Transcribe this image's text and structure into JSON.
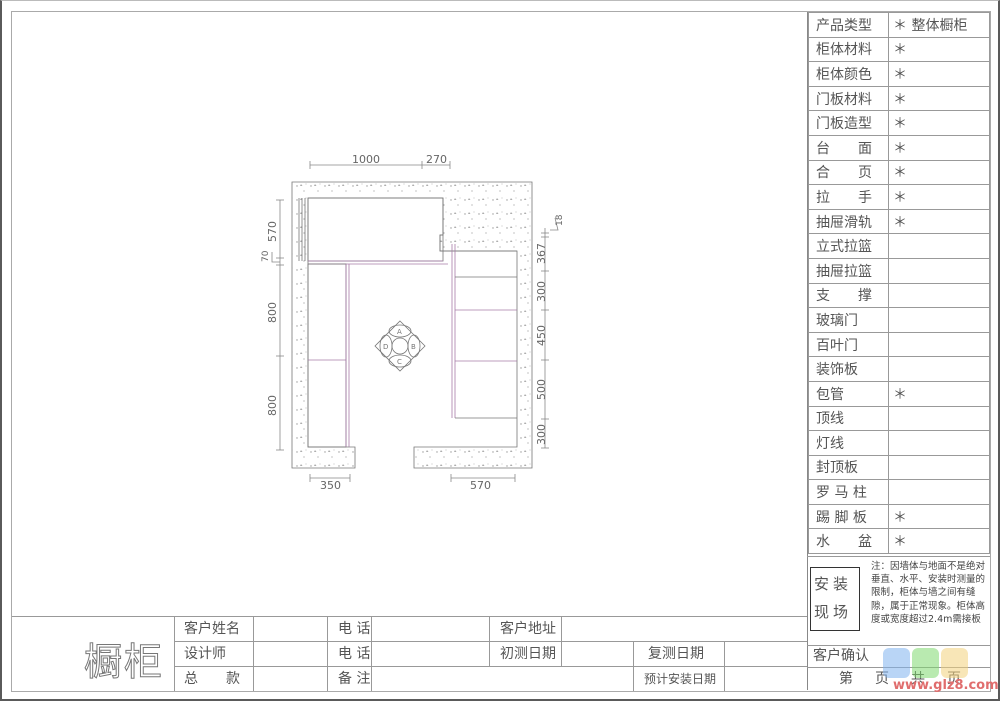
{
  "document": {
    "title": "橱柜"
  },
  "spec_table": {
    "rows": [
      {
        "label": "产品类型",
        "value": "＊ 整体橱柜"
      },
      {
        "label": "柜体材料",
        "value": "＊"
      },
      {
        "label": "柜体颜色",
        "value": "＊"
      },
      {
        "label": "门板材料",
        "value": "＊"
      },
      {
        "label": "门板造型",
        "value": "＊"
      },
      {
        "label": "台　　面",
        "value": "＊"
      },
      {
        "label": "合　　页",
        "value": "＊"
      },
      {
        "label": "拉　　手",
        "value": "＊"
      },
      {
        "label": "抽屉滑轨",
        "value": "＊"
      },
      {
        "label": "立式拉篮",
        "value": ""
      },
      {
        "label": "抽屉拉篮",
        "value": ""
      },
      {
        "label": "支　　撑",
        "value": ""
      },
      {
        "label": "玻璃门",
        "value": ""
      },
      {
        "label": "百叶门",
        "value": ""
      },
      {
        "label": "装饰板",
        "value": ""
      },
      {
        "label": " 包管",
        "value": "＊"
      },
      {
        "label": " 顶线",
        "value": ""
      },
      {
        "label": " 灯线",
        "value": ""
      },
      {
        "label": " 封顶板",
        "value": ""
      },
      {
        "label": "罗 马 柱",
        "value": ""
      },
      {
        "label": "踢 脚 板",
        "value": "＊"
      },
      {
        "label": "水　　盆",
        "value": "＊"
      }
    ]
  },
  "install": {
    "label_line1": "安装",
    "label_line2": "现场",
    "note": "注：因墙体与地面不是绝对垂直、水平、安装时测量的限制，柜体与墙之间有缝隙，属于正常现象。柜体高度或宽度超过2.4m需接板"
  },
  "confirm": {
    "label": "客户确认",
    "page_label": "第页共页"
  },
  "title_block": {
    "customer_name_label": "客户姓名",
    "designer_label": "设计师",
    "total_label": "总　　款",
    "phone1_label": "电 话",
    "phone2_label": "电 话",
    "remark_label": "备 注",
    "address_label": "客户地址",
    "first_measure_label": "初测日期",
    "re_measure_label": "复测日期",
    "planned_install_label": "预计安装日期"
  },
  "drawing": {
    "dimensions": {
      "top_1": "1000",
      "top_2": "270",
      "left_1": "570",
      "left_2": "70",
      "left_3": "800",
      "left_4": "800",
      "right_1": "18",
      "right_2": "367",
      "right_3": "300",
      "right_4": "450",
      "right_5": "500",
      "right_6": "300",
      "bottom_1": "350",
      "bottom_2": "570"
    },
    "table_symbol": {
      "a": "A",
      "b": "B",
      "c": "C",
      "d": "D"
    }
  },
  "watermark": {
    "url": "www.glz8.com"
  }
}
